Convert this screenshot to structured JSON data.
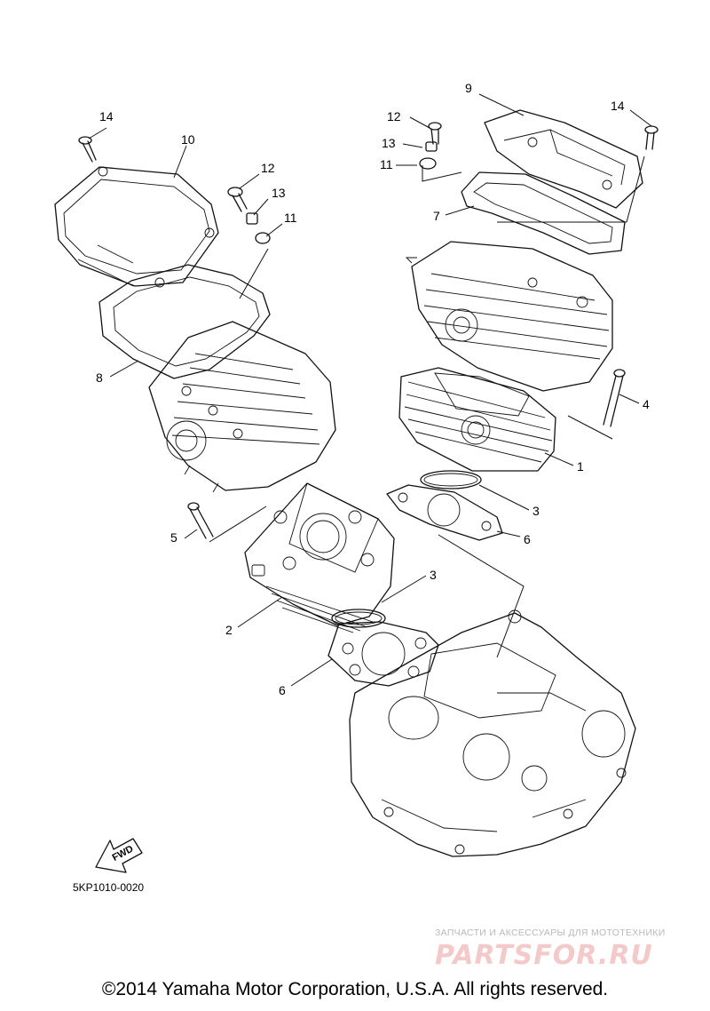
{
  "diagram": {
    "callouts": [
      "14",
      "10",
      "12",
      "13",
      "11",
      "8",
      "9",
      "12",
      "13",
      "11",
      "7",
      "14",
      "4",
      "1",
      "3",
      "6",
      "5",
      "2",
      "3",
      "6"
    ],
    "fwd_label": "FWD",
    "code": "5KP1010-0020"
  },
  "watermark": {
    "tagline": "ЗАПЧАСТИ И АКСЕССУАРЫ ДЛЯ МОТОТЕХНИКИ",
    "logo": "PARTSFOR.RU"
  },
  "footer": {
    "copyright": "©2014 Yamaha Motor Corporation, U.S.A. All rights reserved."
  }
}
